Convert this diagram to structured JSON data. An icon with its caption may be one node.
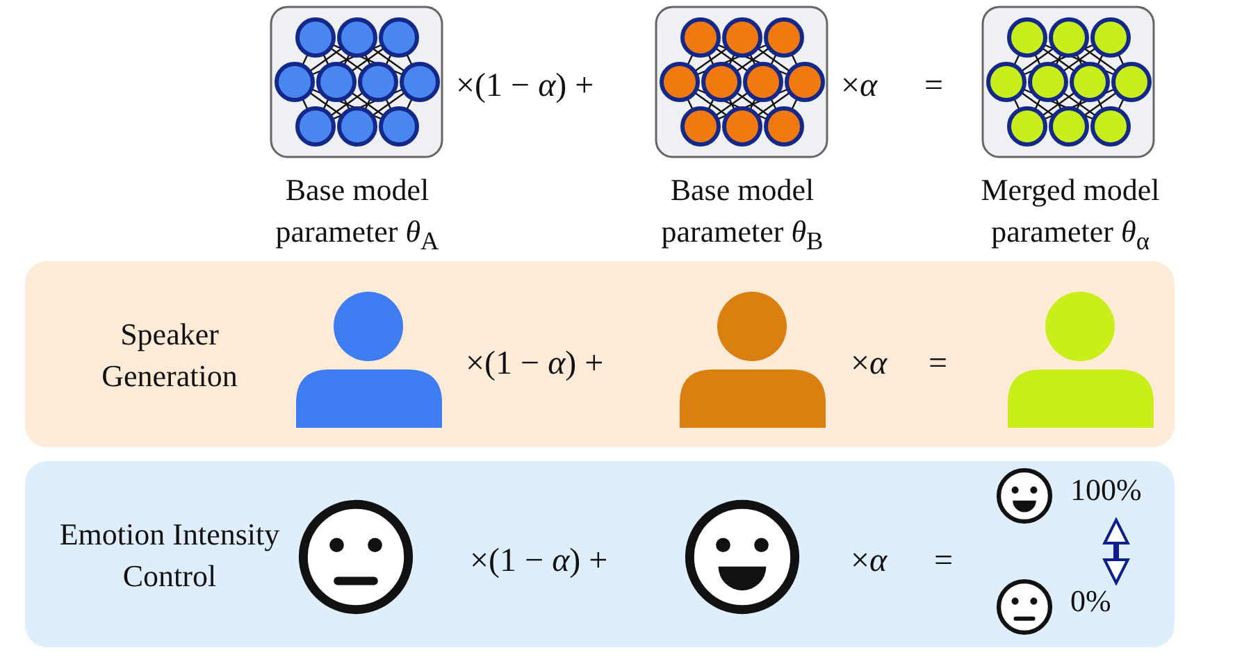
{
  "diagram": {
    "nodes": [
      {
        "text": [
          "Speaker Generation"
        ]
      },
      {
        "text": [
          "Emotion Intensity Control"
        ]
      },
      {
        "text": [],
        "shape": "circle",
        "in": 1,
        "beside": [
          "100%"
        ]
      },
      {
        "text": [],
        "shape": "circle",
        "in": 1,
        "beside": [
          "0%"
        ]
      }
    ],
    "edges": [
      {
        "from": 2,
        "to": 3,
        "arrow": "both",
        "color": "#0d1f8c"
      }
    ],
    "labels": [
      "×(1 − *α*) +",
      "×*α*",
      "=",
      "Base model parameter *θ*$_{A}$",
      "Base model parameter *θ*$_{B}$",
      "Merged model parameter *θ*$_{α}$",
      "×(1 − *α*) +",
      "×*α*",
      "=",
      "×(1 − *α*) +",
      "×*α*",
      "="
    ]
  }
}
